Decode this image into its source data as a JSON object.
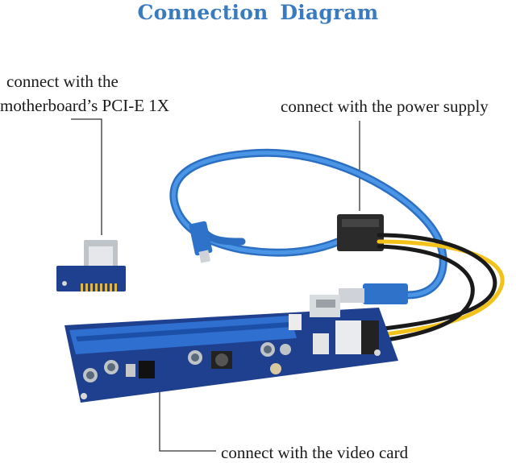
{
  "title": "Connection  Diagram",
  "labels": {
    "motherboard_line1": "connect with the",
    "motherboard_line2": "motherboard’s PCI-E 1X",
    "power": "connect with the power supply",
    "video": "connect with the video card"
  },
  "colors": {
    "title": "#3a7bbf",
    "cable_blue": "#3b82d6",
    "pcb_blue": "#1f3f8f",
    "slot_blue": "#2f6fd0",
    "wire_yellow": "#f2c21b",
    "wire_black": "#1a1a1a",
    "leader_line": "#333333"
  }
}
